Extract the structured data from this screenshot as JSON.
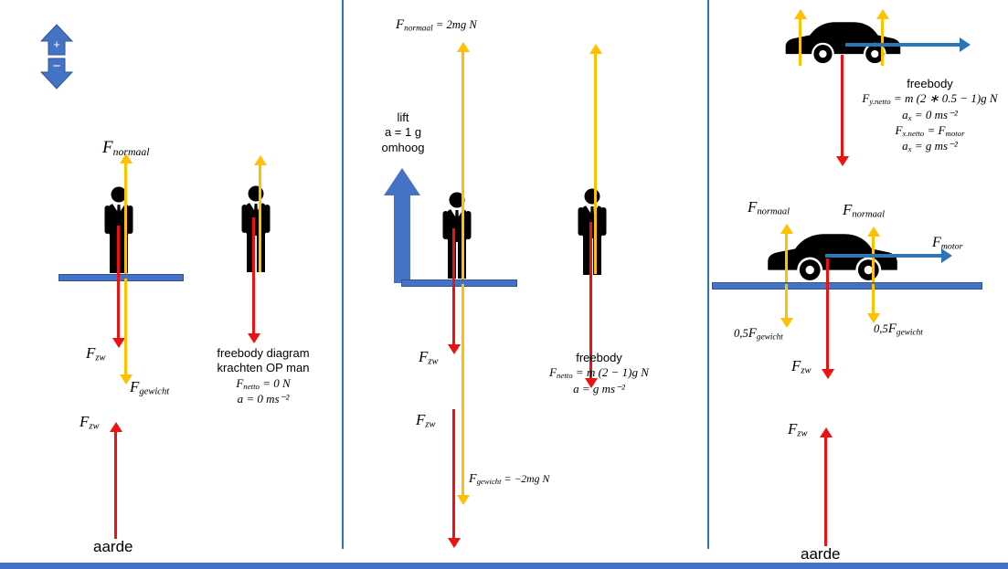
{
  "colors": {
    "background": "#FFFFFF",
    "arrow_yellow": "#FFC000",
    "arrow_red": "#EE1111",
    "arrow_blue": "#2E75B6",
    "platform_blue": "#4472C4",
    "platform_edge": "#2E5597",
    "divider_blue": "#2E75B6",
    "figure_black": "#000000"
  },
  "widget": {
    "plus": "+",
    "minus": "−"
  },
  "left": {
    "f_normaal": {
      "sym": "F",
      "sub": "normaal"
    },
    "f_zw": {
      "sym": "F",
      "sub": "zw"
    },
    "f_gewicht": {
      "sym": "F",
      "sub": "gewicht"
    },
    "f_zw_earth": {
      "sym": "F",
      "sub": "zw"
    },
    "earth": "aarde",
    "caption": {
      "line1": "freebody diagram",
      "line2": "krachten OP man",
      "fnetto": {
        "sym": "F",
        "sub": "netto",
        "rest": " = 0 N"
      },
      "accel": "a = 0 ms⁻²"
    }
  },
  "middle": {
    "top_label": {
      "sym": "F",
      "sub": "normaal",
      "rest": " = 2mg N"
    },
    "lift": {
      "line1": "lift",
      "line2": "a = 1 g",
      "line3": "omhoog"
    },
    "f_zw_upper": {
      "sym": "F",
      "sub": "zw"
    },
    "f_zw_lower": {
      "sym": "F",
      "sub": "zw"
    },
    "f_gewicht": {
      "sym": "F",
      "sub": "gewicht",
      "rest": " = −2mg N"
    },
    "caption": {
      "line1": "freebody",
      "fnetto": {
        "sym": "F",
        "sub": "netto",
        "rest": " = m (2 − 1)g N"
      },
      "accel": "a = g ms⁻²"
    }
  },
  "right": {
    "caption": {
      "line1": "freebody",
      "fy": {
        "sym": "F",
        "sub": "y.netto",
        "rest": " = m (2 ∗ 0.5 − 1)g N"
      },
      "ax1": {
        "sym": "a",
        "sub": "x",
        "rest": " = 0 ms⁻²"
      },
      "fx": {
        "sym": "F",
        "sub": "x.netto",
        "eq": " = ",
        "sym2": "F",
        "sub2": "motor"
      },
      "ax2": {
        "sym": "a",
        "sub": "x",
        "rest": " = g ms⁻²"
      }
    },
    "f_normaal_left": {
      "sym": "F",
      "sub": "normaal"
    },
    "f_normaal_right": {
      "sym": "F",
      "sub": "normaal"
    },
    "f_motor": {
      "sym": "F",
      "sub": "motor"
    },
    "half_fg_left": {
      "pre": "0,5",
      "sym": "F",
      "sub": "gewicht"
    },
    "half_fg_right": {
      "pre": "0,5",
      "sym": "F",
      "sub": "gewicht"
    },
    "f_zw": {
      "sym": "F",
      "sub": "zw"
    },
    "f_zw_earth": {
      "sym": "F",
      "sub": "zw"
    },
    "earth": "aarde"
  }
}
